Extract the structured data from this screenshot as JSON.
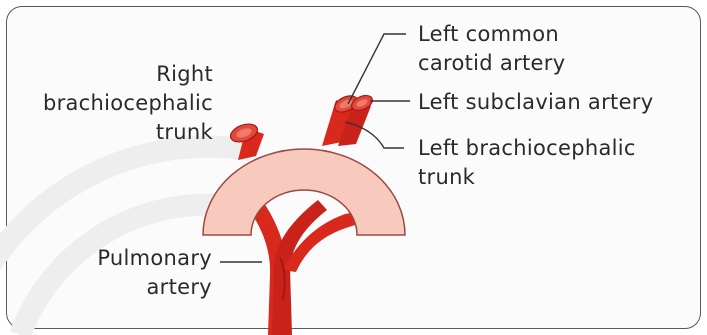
{
  "labels": {
    "right_brachiocephalic": {
      "line1": "Right",
      "line2": "brachiocephalic",
      "line3": "trunk"
    },
    "left_common_carotid": {
      "line1": "Left common",
      "line2": "carotid artery"
    },
    "left_subclavian": {
      "line1": "Left subclavian artery"
    },
    "left_brachiocephalic": {
      "line1": "Left brachiocephalic",
      "line2": "trunk"
    },
    "pulmonary": {
      "line1": "Pulmonary",
      "line2": "artery"
    }
  },
  "colors": {
    "artery_red": "#d9281c",
    "artery_dark": "#a8170f",
    "aortic_arch_fill": "#f8c9bd",
    "aortic_arch_stroke": "#9a4a42",
    "leader_line": "#333333",
    "frame_border": "#555a5e"
  }
}
